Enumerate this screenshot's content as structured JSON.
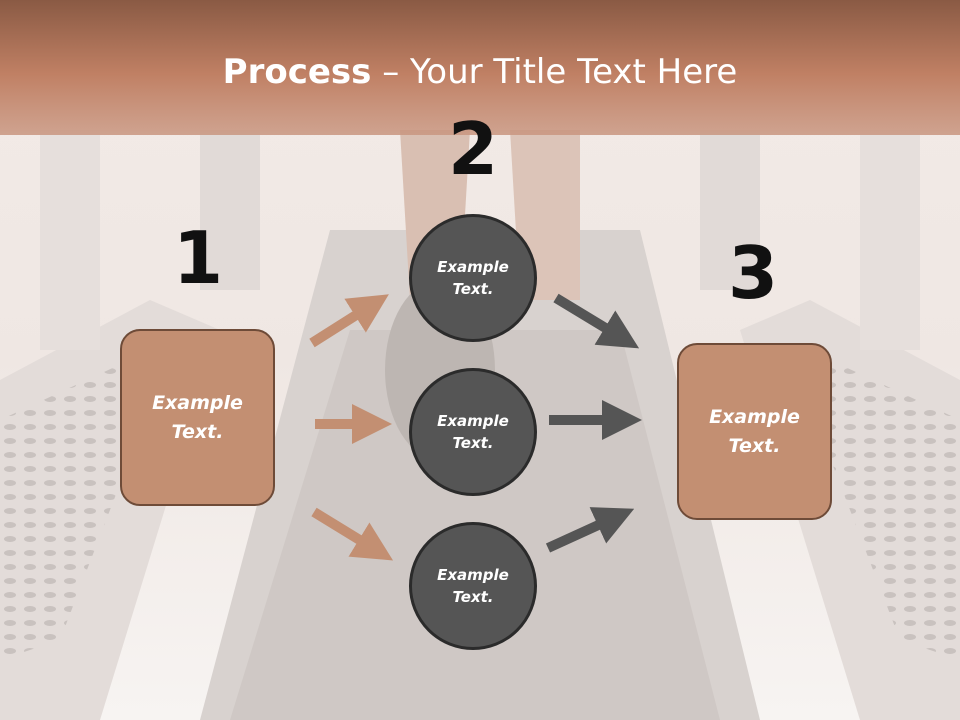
{
  "title": {
    "bold": "Process",
    "separator": " – ",
    "rest": "Your Title Text Here"
  },
  "numbers": [
    "1",
    "2",
    "3"
  ],
  "left_box": {
    "line1": "Example",
    "line2": "Text."
  },
  "right_box": {
    "line1": "Example",
    "line2": "Text."
  },
  "circles": [
    {
      "line1": "Example",
      "line2": "Text."
    },
    {
      "line1": "Example",
      "line2": "Text."
    },
    {
      "line1": "Example",
      "line2": "Text."
    }
  ],
  "colors": {
    "accent": "#c38f72",
    "circle": "#555555",
    "header": "#b8785a"
  }
}
